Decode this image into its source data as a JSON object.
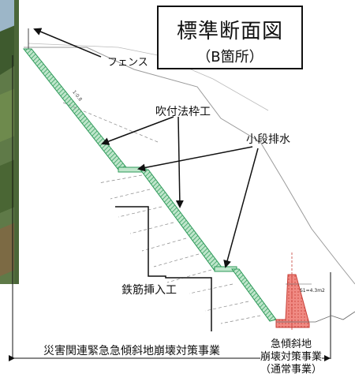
{
  "title": {
    "main": "標準断面図",
    "sub": "（B箇所）"
  },
  "labels": {
    "fence": "フェンス",
    "fukitsuke": "吹付法枠工",
    "kodan": "小段排水",
    "tekkin": "鉄筋挿入工",
    "saigai": "災害関連緊急急傾斜地崩壊対策事業",
    "kyu_line1": "急傾斜地",
    "kyu_line2": "崩壊対策事業",
    "kyu_line3": "（通常事業）",
    "slope_note": "1:0.8",
    "s1_note": "S1=4.3m2"
  },
  "colors": {
    "slope_frame": "#2e9a5a",
    "slope_frame_light": "#8fd1a6",
    "retaining_wall": "#e8584f",
    "retaining_wall_light": "#f3a59f",
    "ground": "#9a9a9a",
    "photo_green": "#4f6b3a"
  }
}
